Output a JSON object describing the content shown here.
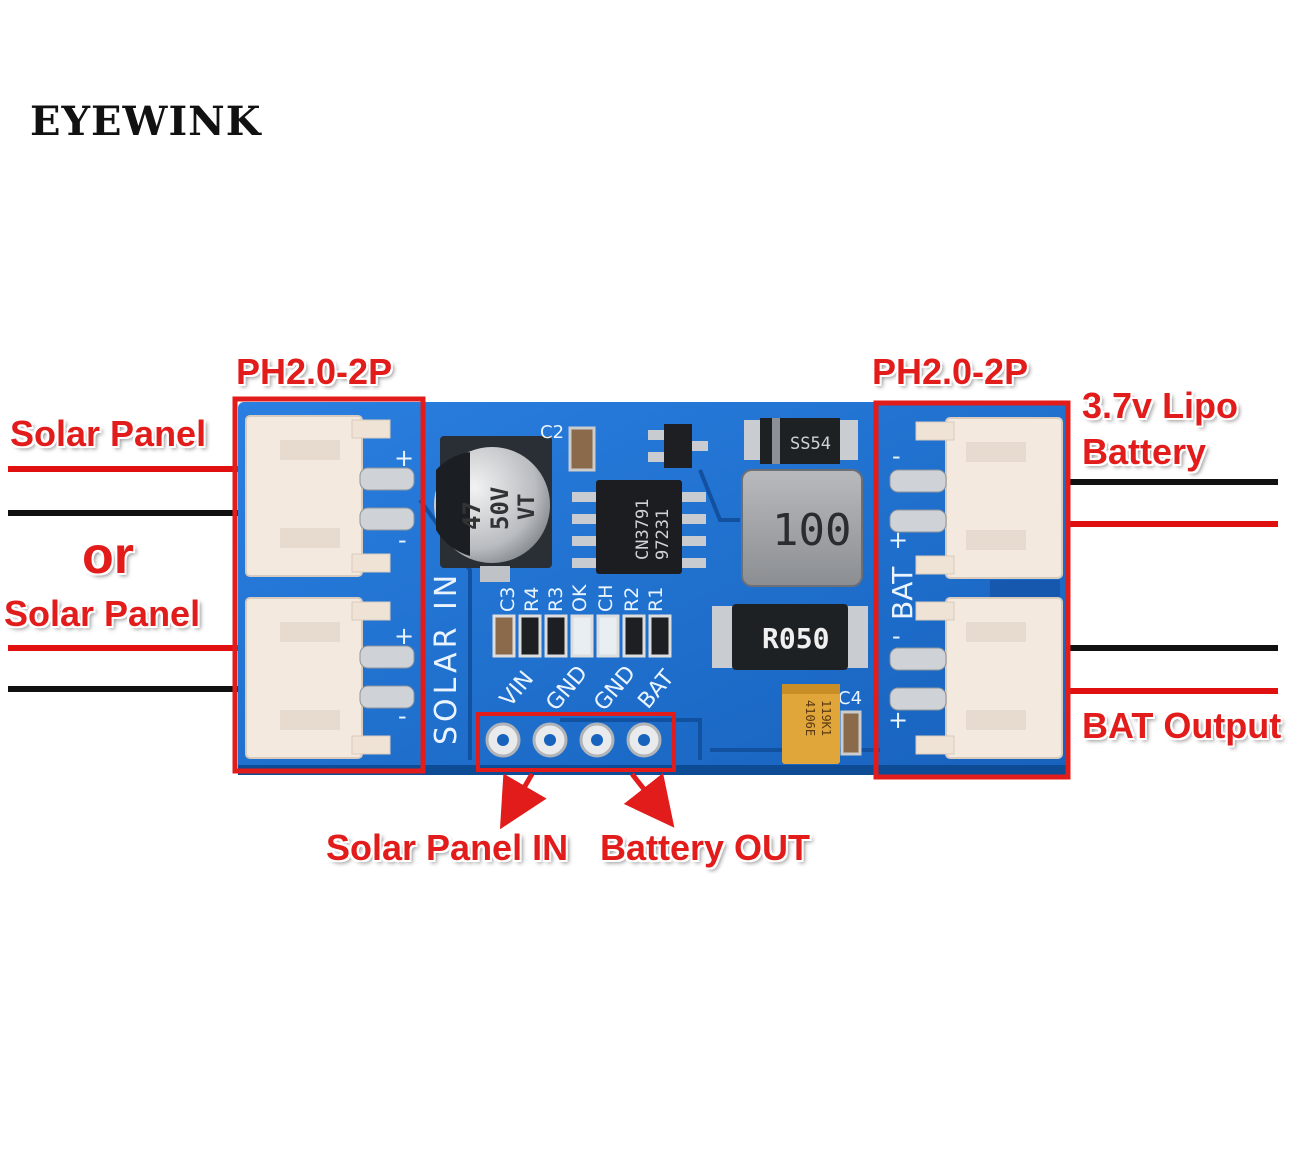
{
  "brand": "EYEWINK",
  "labels": {
    "left_connector": "PH2.0-2P",
    "right_connector": "PH2.0-2P",
    "solar_panel_1": "Solar Panel",
    "or": "or",
    "solar_panel_2": "Solar Panel",
    "lipo_line1": "3.7v Lipo",
    "lipo_line2": "Battery",
    "bat_output": "BAT Output",
    "solar_panel_in": "Solar Panel IN",
    "battery_out": "Battery OUT"
  },
  "board": {
    "silkscreen": {
      "solar_in": "SOLAR IN",
      "bat": "BAT",
      "pins": [
        "VIN",
        "GND",
        "GND",
        "BAT"
      ],
      "refs": [
        "C3",
        "R4",
        "R3",
        "OK",
        "CH",
        "R2",
        "R1"
      ],
      "c2": "C2",
      "c4": "C4",
      "plus": "+",
      "minus": "-"
    },
    "components": {
      "capacitor_line1": "47",
      "capacitor_line2": "50V",
      "capacitor_line3": "VT",
      "ic_line1": "CN3791",
      "ic_line2": "97231",
      "diode": "SS54",
      "inductor": "100",
      "shunt": "R050",
      "tantalum_line1": "4106E",
      "tantalum_line2": "119K1"
    }
  },
  "colors": {
    "pcb": "#1d6fd0",
    "highlight": "#e21b1b",
    "connector": "#f3e9df",
    "wire_red": "#e01010",
    "wire_black": "#111111"
  }
}
